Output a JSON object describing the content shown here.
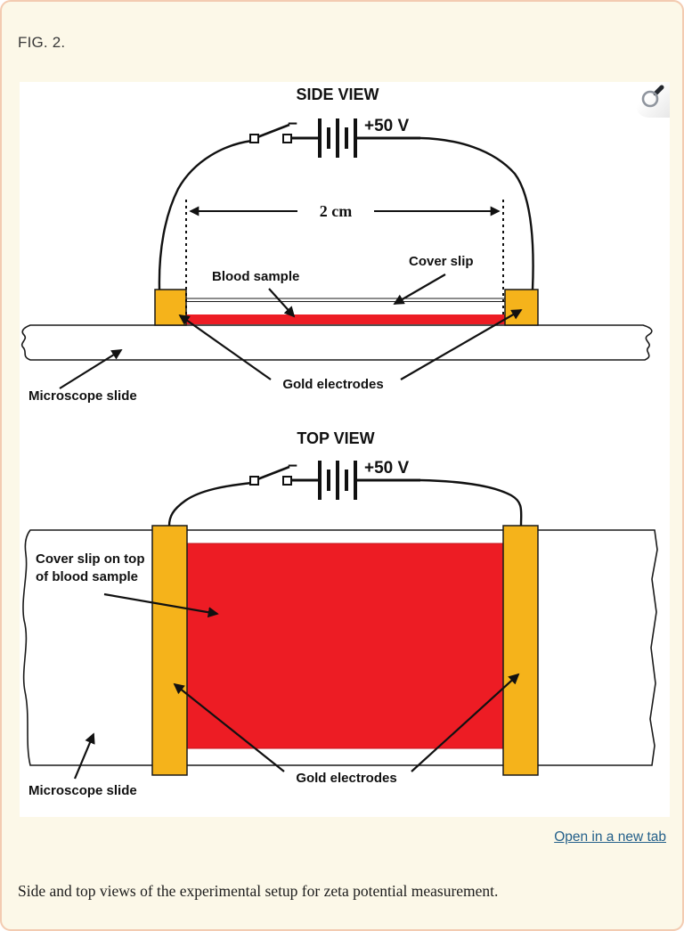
{
  "page": {
    "fig_label": "FIG. 2.",
    "open_link": "Open in a new tab",
    "caption": "Side and top views of the experimental setup for zeta potential measurement."
  },
  "colors": {
    "background": "#FCF8E8",
    "border": "#F3CBB1",
    "panel": "#FFFFFF",
    "gold": "#F5B31B",
    "red": "#ED1C24",
    "ink": "#1A1A1A",
    "link": "#24608A"
  },
  "icons": {
    "magnifier": "magnifier-icon"
  },
  "side_view": {
    "title": "SIDE VIEW",
    "battery_minus": "−",
    "battery_plus": "+50 V",
    "dimension": "2 cm",
    "labels": {
      "blood_sample": "Blood sample",
      "cover_slip": "Cover slip",
      "gold_electrodes": "Gold electrodes",
      "microscope_slide": "Microscope slide"
    }
  },
  "top_view": {
    "title": "TOP VIEW",
    "battery_minus": "−",
    "battery_plus": "+50 V",
    "labels": {
      "cover_slip_line1": "Cover slip on top",
      "cover_slip_line2": "of blood sample",
      "gold_electrodes": "Gold electrodes",
      "microscope_slide": "Microscope slide"
    }
  }
}
